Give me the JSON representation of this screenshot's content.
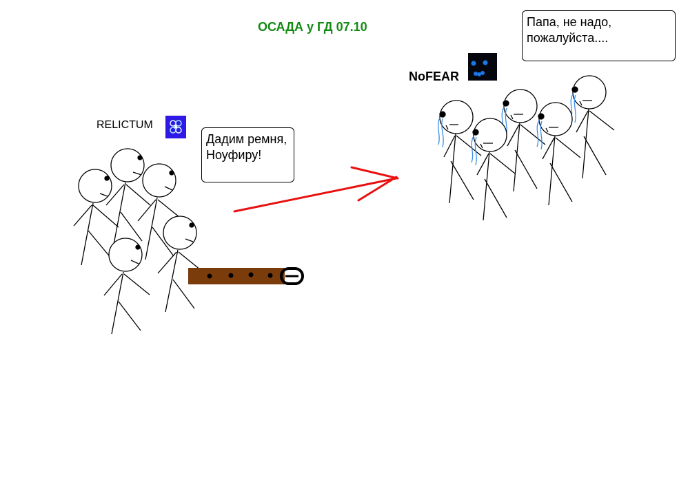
{
  "title": "ОСАДА у ГД 07.10",
  "colors": {
    "title": "#138a13",
    "arrow": "#e81010",
    "belt": "#7b3c0b",
    "tears": "#3a8ee8",
    "relictum_emblem": "#2f19e6",
    "nofear_emblem": "#05060e"
  },
  "teams": {
    "relictum": {
      "name": "RELICTUM",
      "speech": "Дадим ремня,\nНоуфиру!",
      "emblem_icon": "relictum-clan-icon"
    },
    "nofear": {
      "name": "NoFEAR",
      "speech": "Папа, не надо,\nпожалуйста....",
      "emblem_icon": "nofear-clan-icon"
    }
  },
  "props": {
    "weapon": "belt",
    "action": "arrow"
  }
}
